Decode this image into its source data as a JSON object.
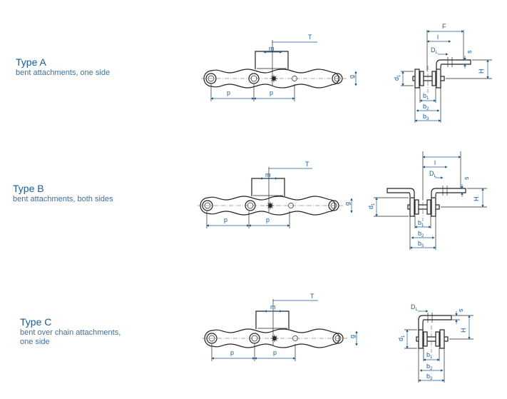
{
  "types": [
    {
      "title": "Type A",
      "description": "bent attachments, one side"
    },
    {
      "title": "Type B",
      "description": "bent attachments, both sides"
    },
    {
      "title": "Type C",
      "description_lines": [
        "bent over chain attachments,",
        "one side"
      ]
    }
  ],
  "labels": {
    "T": "T",
    "m": "m",
    "p": "p",
    "g": "g",
    "F": "F",
    "l": "l",
    "D": "D",
    "D_sub": "L",
    "s": "s",
    "H": "H",
    "d": "d",
    "d_sub": "1",
    "b": "b",
    "b1_sub": "1",
    "b2_sub": "2",
    "b3_sub": "3"
  },
  "colors": {
    "label": "#1a5a96",
    "drawing": "#222222"
  }
}
